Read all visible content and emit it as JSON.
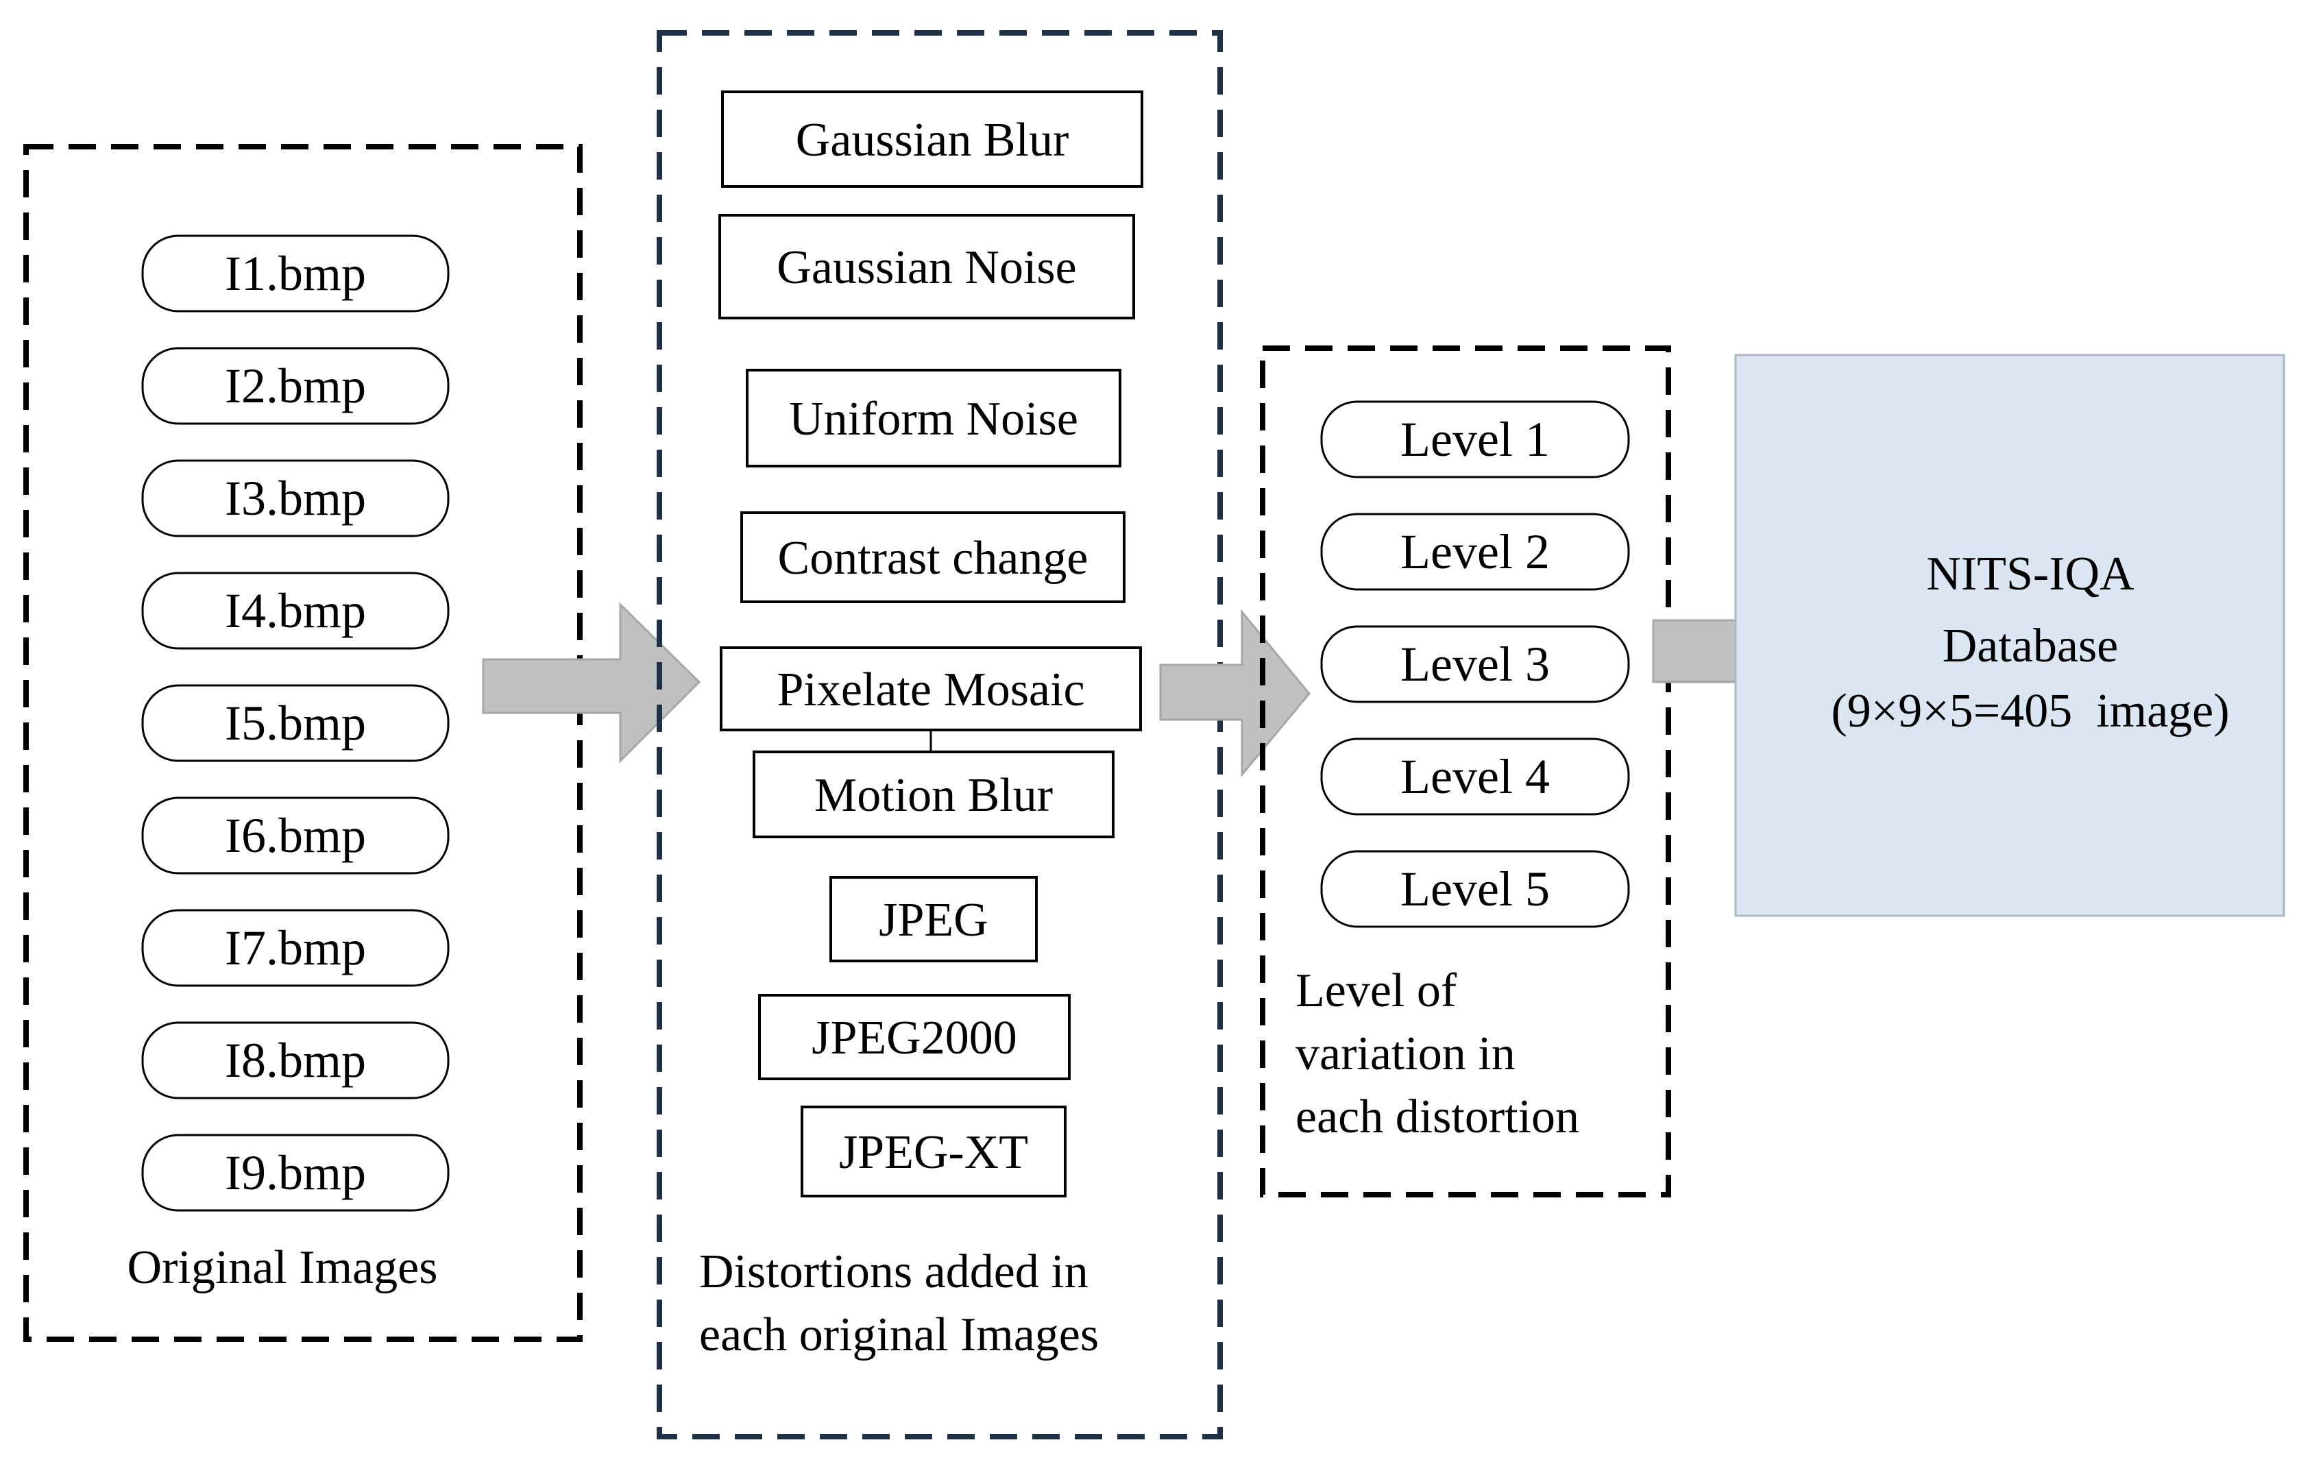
{
  "colors": {
    "stroke": "#000000",
    "arrow_fill": "#c0c0c0",
    "arrow_stroke": "#a6a6a6",
    "output_fill": "#dce6f2",
    "output_stroke": "#aab8c8"
  },
  "original_images": {
    "items": [
      "I1.bmp",
      "I2.bmp",
      "I3.bmp",
      "I4.bmp",
      "I5.bmp",
      "I6.bmp",
      "I7.bmp",
      "I8.bmp",
      "I9.bmp"
    ],
    "caption": "Original Images"
  },
  "distortions": {
    "items": [
      "Gaussian Blur",
      "Gaussian Noise",
      "Uniform Noise",
      "Contrast change",
      "Pixelate Mosaic",
      "Motion Blur",
      "JPEG",
      "JPEG2000",
      "JPEG-XT"
    ],
    "caption_line1": "Distortions added in",
    "caption_line2": "each original Images"
  },
  "levels": {
    "items": [
      "Level 1",
      "Level 2",
      "Level 3",
      "Level 4",
      "Level 5"
    ],
    "caption_line1": "Level of",
    "caption_line2": "variation in",
    "caption_line3": "each distortion"
  },
  "output": {
    "title": "NITS-IQA",
    "subtitle": "Database",
    "count": "(9×9×5=405  image)"
  }
}
